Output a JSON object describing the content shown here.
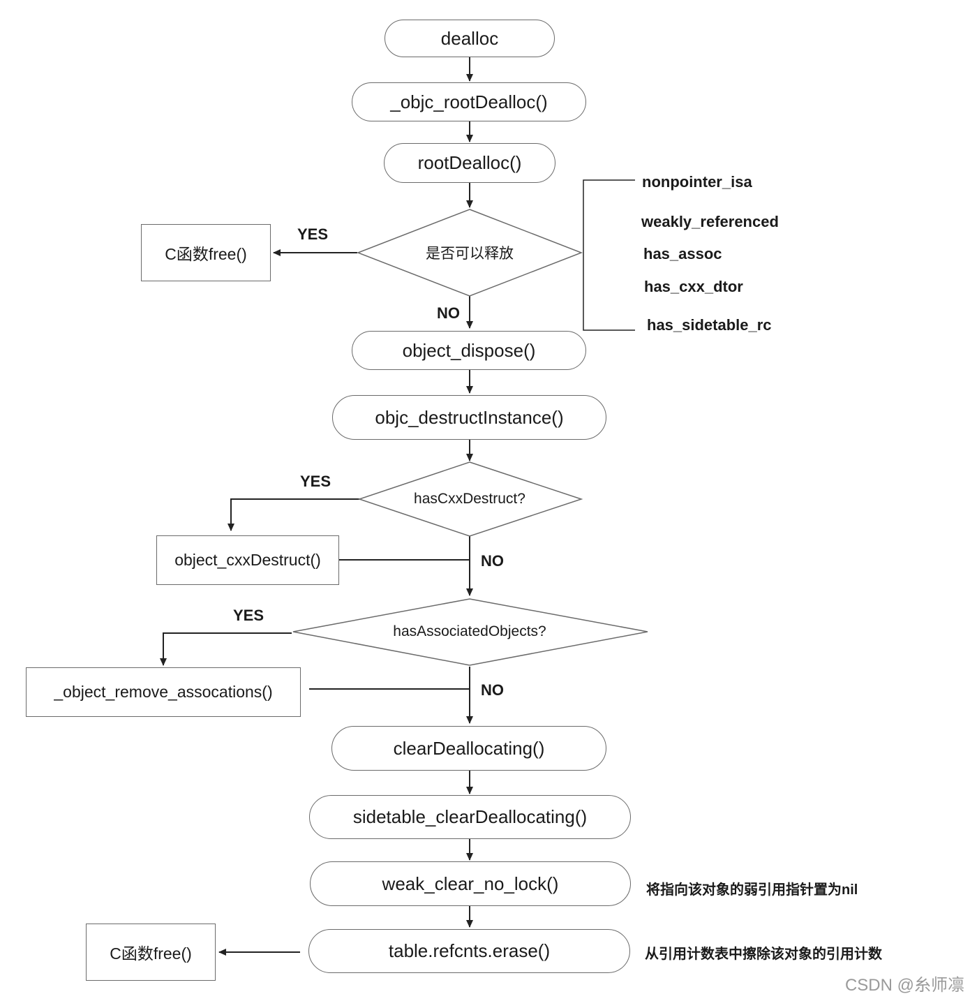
{
  "nodes": {
    "dealloc": "dealloc",
    "objc_root_dealloc": "_objc_rootDealloc()",
    "root_dealloc": "rootDealloc()",
    "can_release": "是否可以释放",
    "c_free_1": "C函数free()",
    "object_dispose": "object_dispose()",
    "destruct_instance": "objc_destructInstance()",
    "has_cxx_destruct": "hasCxxDestruct?",
    "cxx_destruct": "object_cxxDestruct()",
    "has_assoc_objects": "hasAssociatedObjects?",
    "remove_assocations": "_object_remove_assocations()",
    "clear_deallocating": "clearDeallocating()",
    "sidetable_clear": "sidetable_clearDeallocating()",
    "weak_clear": "weak_clear_no_lock()",
    "refcnts_erase": "table.refcnts.erase()",
    "c_free_2": "C函数free()"
  },
  "branch_labels": {
    "yes": "YES",
    "no": "NO"
  },
  "isa_flags": [
    "nonpointer_isa",
    "weakly_referenced",
    "has_assoc",
    "has_cxx_dtor",
    "has_sidetable_rc"
  ],
  "notes": {
    "weak_clear": "将指向该对象的弱引用指针置为nil",
    "refcnts_erase": "从引用计数表中擦除该对象的引用计数"
  },
  "watermark": "CSDN @糸师凛"
}
